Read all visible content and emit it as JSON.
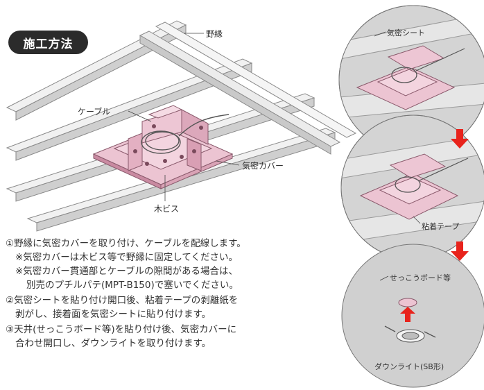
{
  "title": "施工方法",
  "labels": {
    "noen": "野縁",
    "cable": "ケーブル",
    "cover": "気密カバー",
    "screw": "木ビス",
    "sheet": "気密シート",
    "tape": "粘着テープ",
    "board": "せっこうボード等",
    "light": "ダウンライト(SB形)"
  },
  "steps": [
    "①野縁に気密カバーを取り付け、ケーブルを配線します。",
    "※気密カバーは木ビス等で野縁に固定してください。",
    "※気密カバー貫通部とケーブルの隙間がある場合は、",
    "別売のプチルパテ(MPT-B150)で塞いでください。",
    "②気密シートを貼り付け開口後、粘着テープの剥離紙を",
    "剥がし、接着面を気密シートに貼り付けます。",
    "③天井(せっこうボード等)を貼り付け後、気密カバーに",
    "合わせ開口し、ダウンライトを取り付けます。"
  ],
  "colors": {
    "pink": "#ecc4d2",
    "pinkDark": "#c98aa1",
    "gray": "#d7d7d7",
    "arrow": "#e8231c"
  }
}
